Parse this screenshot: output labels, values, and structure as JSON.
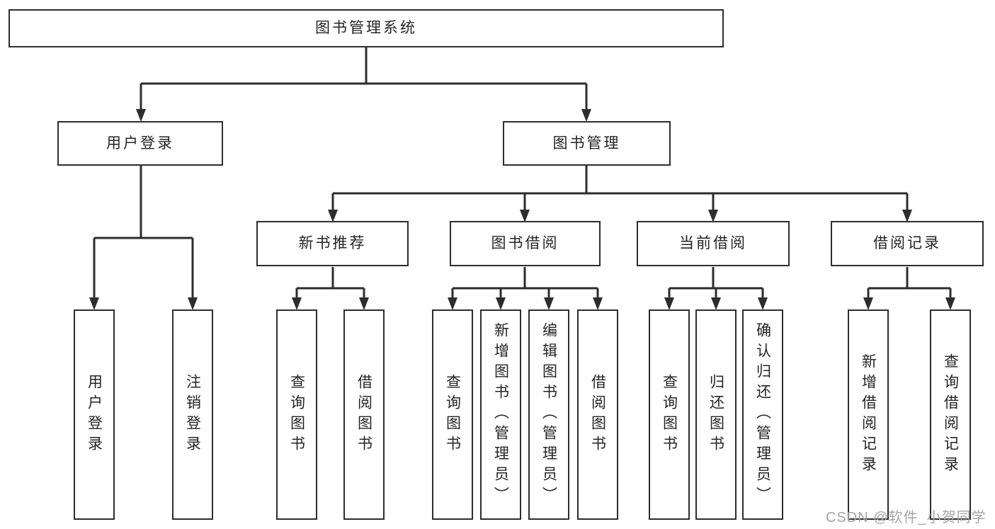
{
  "diagram": {
    "title": "图书管理系统",
    "nodes": {
      "root": "图书管理系统",
      "user_login": "用户登录",
      "book_management": "图书管理",
      "new_book_recommend": "新书推荐",
      "book_borrow": "图书借阅",
      "current_borrow": "当前借阅",
      "borrow_records": "借阅记录",
      "a1": "用户登录",
      "a2": "注销登录",
      "b1": "查询图书",
      "b2": "借阅图书",
      "c1": "查询图书",
      "c2": "新增图书（管理员）",
      "c3": "编辑图书（管理员）",
      "c4": "借阅图书",
      "d1": "查询图书",
      "d2": "归还图书",
      "d3": "确认归还（管理员）",
      "e1": "新增借阅记录",
      "e2": "查询借阅记录"
    },
    "hierarchy": {
      "root": [
        "user_login",
        "book_management"
      ],
      "user_login": [
        "a1",
        "a2"
      ],
      "book_management": [
        "new_book_recommend",
        "book_borrow",
        "current_borrow",
        "borrow_records"
      ],
      "new_book_recommend": [
        "b1",
        "b2"
      ],
      "book_borrow": [
        "c1",
        "c2",
        "c3",
        "c4"
      ],
      "current_borrow": [
        "d1",
        "d2",
        "d3"
      ],
      "borrow_records": [
        "e1",
        "e2"
      ]
    },
    "colors": {
      "line": "#2d2d2d",
      "border": "#2e2e2e",
      "text": "#242424",
      "background": "#ffffff",
      "watermark_text": "#a5a5a5"
    },
    "watermark": "CSDN @软件_小贺同学"
  }
}
